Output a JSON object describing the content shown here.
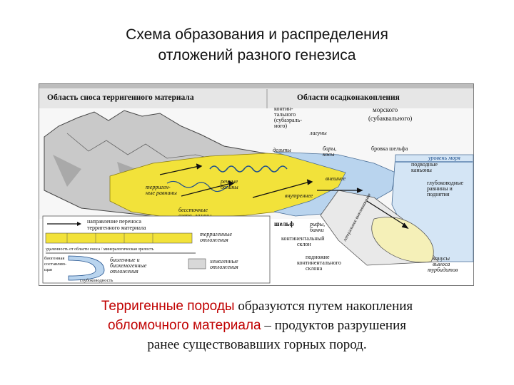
{
  "title": {
    "line1": "Схема образования и распределения",
    "line2": "отложений разного генезиса"
  },
  "diagram": {
    "header_left": "Область сноса терригенного материала",
    "header_right": "Области осадконакопления",
    "continental_1": "контин-",
    "continental_2": "тального",
    "continental_3": "(субаэраль-",
    "continental_4": "ного)",
    "marine_1": "морского",
    "marine_2": "(субаквального)",
    "lagoons": "лагуны",
    "deltas": "дельты",
    "bars_1": "бары,",
    "bars_2": "косы",
    "shelf_edge": "бровка шельфа",
    "sea_level": "уровень моря",
    "canyons_1": "подводные",
    "canyons_2": "каньоны",
    "deep_plains_1": "глубоководные",
    "deep_plains_2": "равнины и",
    "deep_plains_3": "поднятия",
    "terrig_plains_1": "терриген-",
    "terrig_plains_2": "ные равнины",
    "river_valleys_1": "речные",
    "river_valleys_2": "долины",
    "shallow_lakes_1": "бессточные",
    "shallow_lakes_2": "озера, лагуны",
    "inner": "внутреннее",
    "outer": "внешнее",
    "shelf": "шельф",
    "reefs_1": "рифы,",
    "reefs_2": "банки",
    "cont_slope_1": "континентальный",
    "cont_slope_2": "склон",
    "foot_1": "подножие",
    "foot_2": "континентального",
    "foot_3": "склона",
    "cones_1": "конусы",
    "cones_2": "выноса",
    "cones_3": "турбидитов",
    "edge_label": "латеральное выклинивание",
    "legend": {
      "arrow_1": "направление переноса",
      "arrow_2": "терригенного материала",
      "terrig_1": "терригенные",
      "terrig_2": "отложения",
      "gradient": "удаленность от области сноса / минералогическая зрелость",
      "biogenic_left_1": "биогенная",
      "biogenic_left_2": "составляю-",
      "biogenic_left_3": "щая",
      "biogenic_1": "биогенные и",
      "biogenic_2": "биохемогенные",
      "biogenic_3": "отложения",
      "chemogenic_1": "хемогенные",
      "chemogenic_2": "отложения",
      "depth": "глубоководность"
    }
  },
  "caption": {
    "part1_red": "Терригенные породы",
    "part1_rest": " образуются путем накопления",
    "part2_red": "обломочного материала",
    "part2_rest": " – продуктов разрушения",
    "line3": "ранее существовавших горных пород."
  },
  "colors": {
    "terrigenous_yellow": "#f2e23a",
    "sea_blue": "#b9d4ee",
    "chemogenic_gray": "#d8d8d8",
    "caption_red": "#c00000"
  }
}
